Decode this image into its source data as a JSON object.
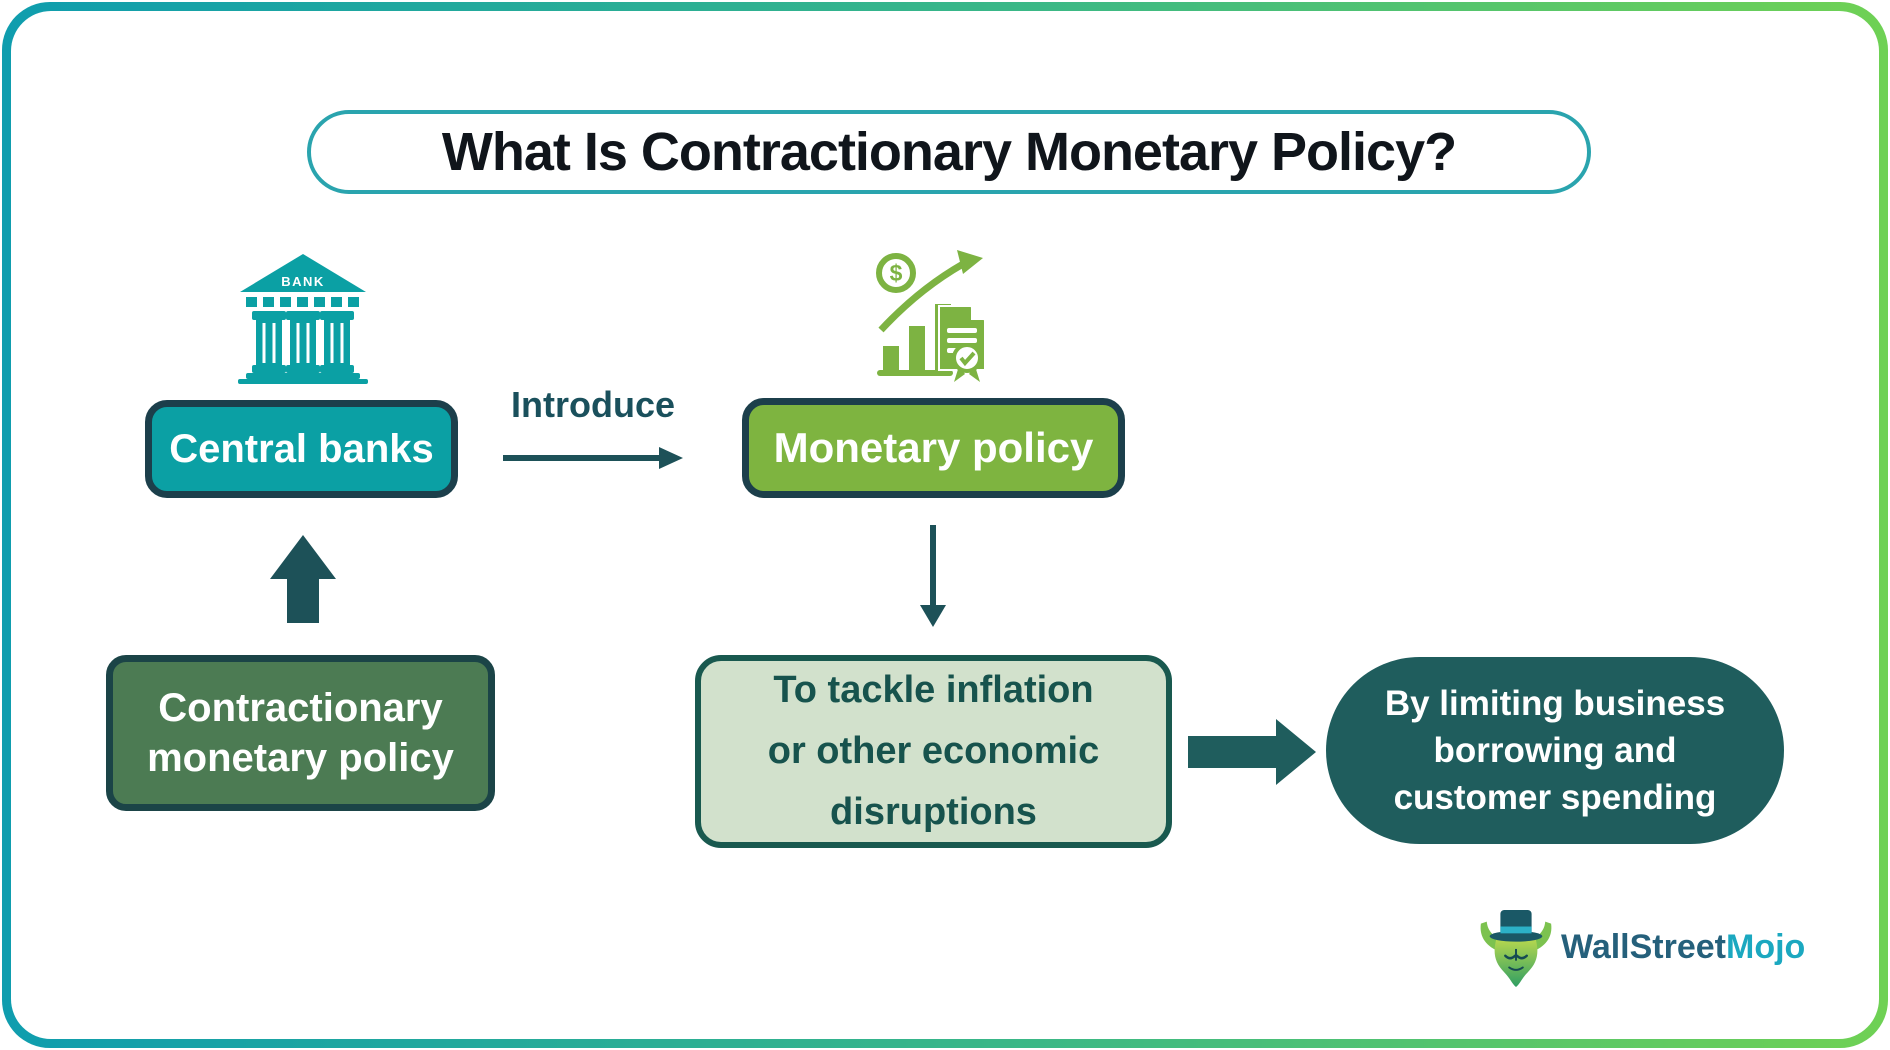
{
  "title": "What Is Contractionary Monetary Policy?",
  "flow": {
    "central_banks": {
      "label": "Central banks"
    },
    "introduce": {
      "label": "Introduce"
    },
    "monetary_policy": {
      "label": "Monetary policy"
    },
    "contractionary": {
      "lines": [
        "Contractionary",
        "monetary policy"
      ]
    },
    "tackle": {
      "lines": [
        "To tackle inflation",
        "or other economic",
        "disruptions"
      ]
    },
    "limiting": {
      "lines": [
        "By limiting business",
        "borrowing and",
        "customer spending"
      ]
    }
  },
  "icons": {
    "bank": {
      "sign": "BANK"
    },
    "money_growth": {
      "currency": "$"
    }
  },
  "logo": {
    "brand_primary": "WallStreet",
    "brand_accent": "Mojo"
  },
  "colors": {
    "frame_gradient_start": "#0F9DAE",
    "frame_gradient_end": "#6FD154",
    "title_border": "#2AA4AE",
    "teal_fill": "#0BA0A4",
    "green_fill": "#7EB440",
    "forest_fill": "#4C7B53",
    "sage_fill": "#D2E1CC",
    "dark_pill": "#1F5D5D",
    "dark_border": "#1C3F4B",
    "arrow_dark": "#1D5158",
    "sage_text": "#17534D",
    "logo_primary": "#25607B",
    "logo_accent": "#1BA8C0"
  }
}
